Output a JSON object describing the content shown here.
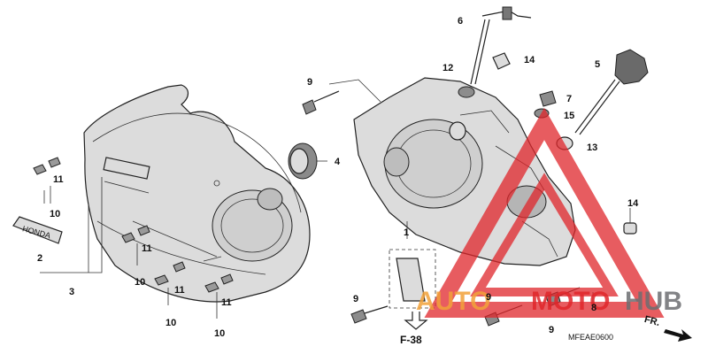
{
  "diagram": {
    "callouts": [
      "1",
      "2",
      "3",
      "4",
      "5",
      "6",
      "7",
      "8",
      "9",
      "10",
      "11",
      "12",
      "13",
      "14",
      "15"
    ],
    "repeat_callouts": {
      "nine_b": "9",
      "nine_c": "9",
      "nine_d": "9",
      "ten_b": "10",
      "ten_c": "10",
      "ten_d": "10",
      "eleven_b": "11",
      "eleven_c": "11",
      "eleven_d": "11",
      "fourteen_b": "14"
    },
    "emblem_text": "HONDA",
    "page_ref": "F-38",
    "direction": "FR.",
    "drawing_code": "MFEAE0600"
  },
  "watermark": {
    "left": "AUTO",
    "middle": "MOTO",
    "right": "HUB",
    "color_red": "#e0262b",
    "color_orange": "#f2a23a",
    "color_gray": "#6d6e71"
  }
}
